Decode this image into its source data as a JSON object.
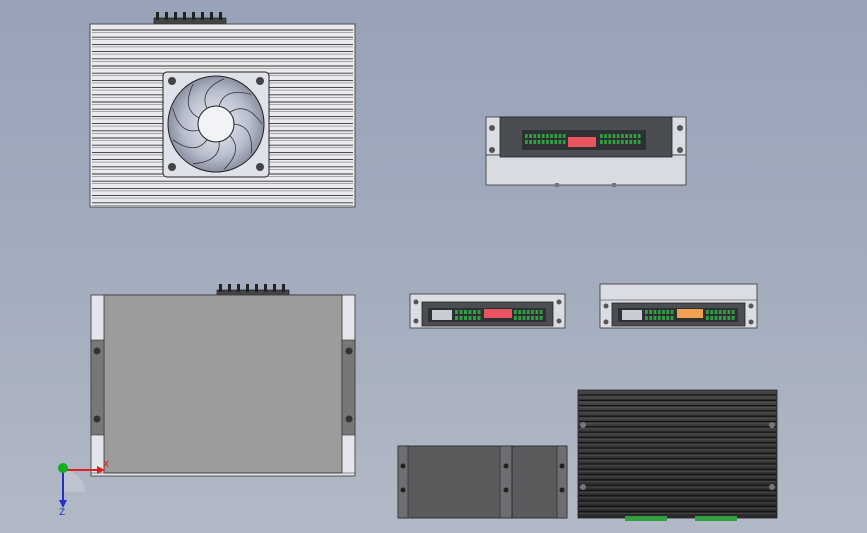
{
  "viewport": {
    "background_top": "#98a2b8",
    "background_bottom": "#b2b9c6"
  },
  "triad": {
    "x_label": "X",
    "z_label": "Z",
    "x_color": "#e02020",
    "y_color": "#10b020",
    "z_color": "#2030d0"
  },
  "indicators": {
    "red": "#e85560",
    "orange": "#f0a050",
    "green": "#2ea040"
  },
  "views": [
    {
      "name": "top-view-fan-heatsink",
      "icon": "fan-icon"
    },
    {
      "name": "front-view-connector-panel-1"
    },
    {
      "name": "front-view-connector-panel-2"
    },
    {
      "name": "front-view-connector-panel-3"
    },
    {
      "name": "rear-view-housing"
    },
    {
      "name": "side-view-bracket"
    },
    {
      "name": "bottom-view-heatsink"
    }
  ]
}
